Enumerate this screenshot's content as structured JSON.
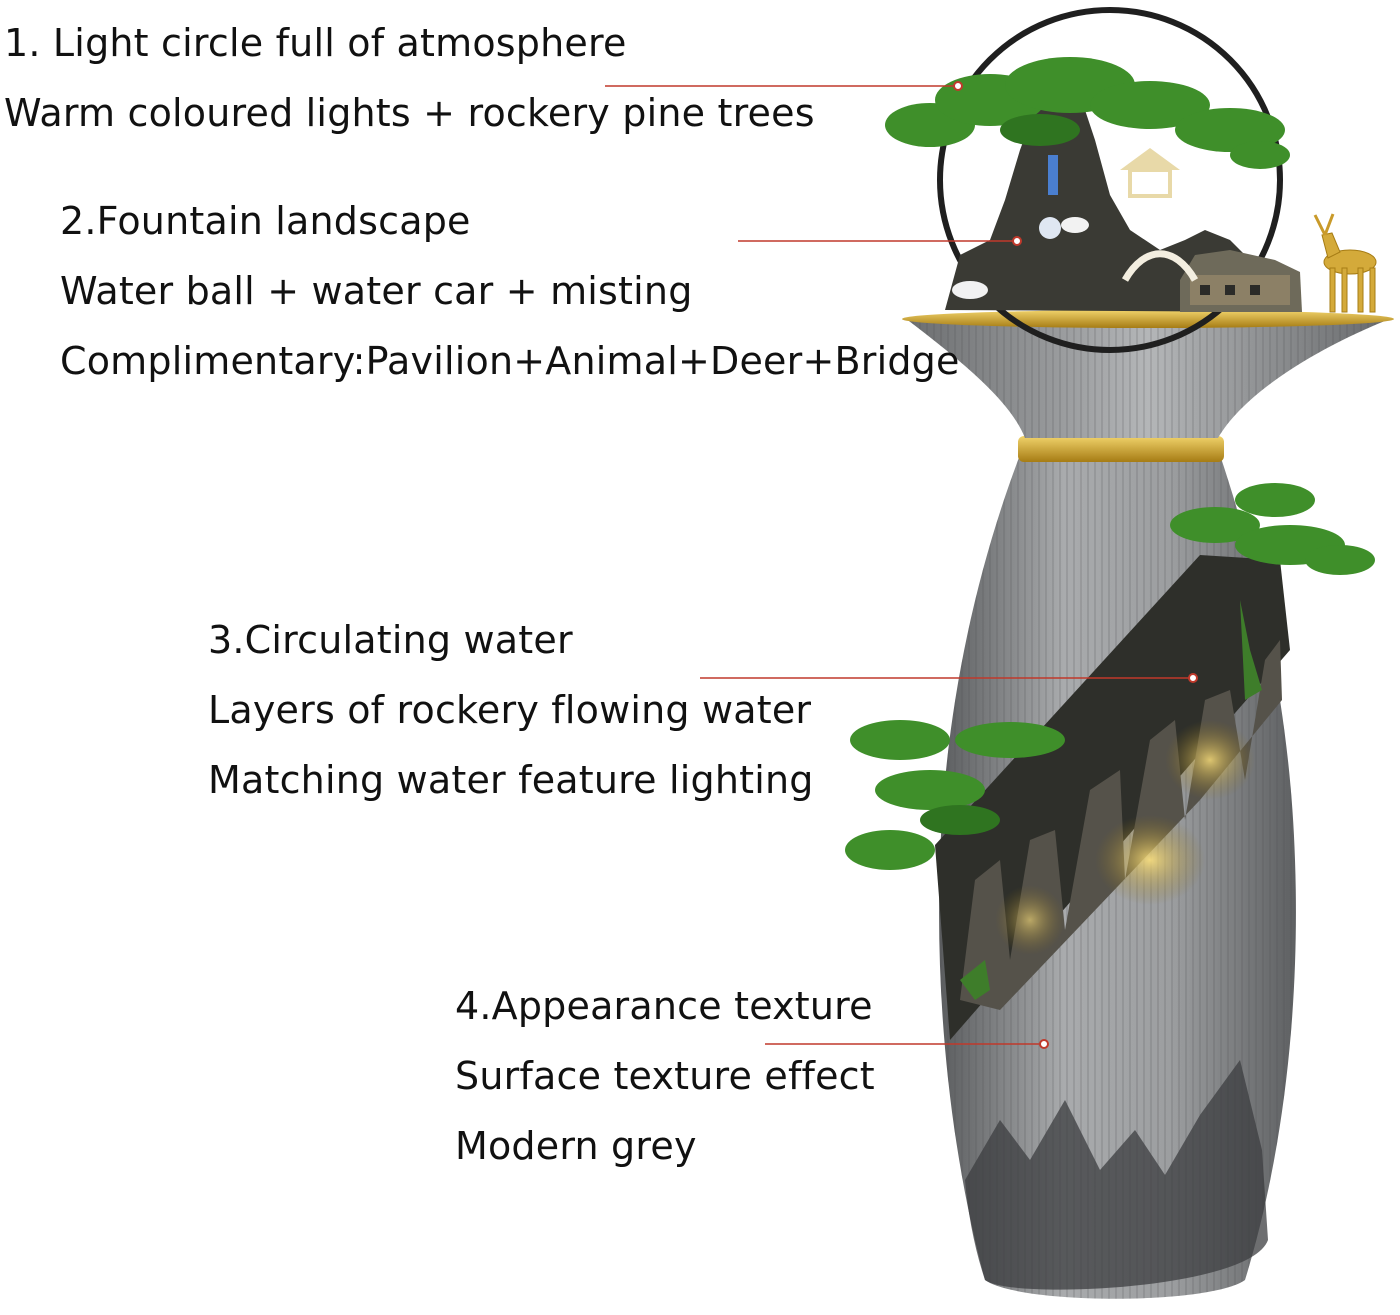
{
  "callouts": [
    {
      "lines": [
        "1. Light circle full of atmosphere",
        "Warm coloured lights + rockery pine trees"
      ]
    },
    {
      "lines": [
        "2.Fountain landscape",
        "Water ball + water car + misting",
        "Complimentary:Pavilion+Animal+Deer+Bridge"
      ]
    },
    {
      "lines": [
        "3.Circulating water",
        "Layers of rockery flowing water",
        "Matching water feature lighting"
      ]
    },
    {
      "lines": [
        "4.Appearance texture",
        "Surface texture effect",
        "Modern grey"
      ]
    }
  ],
  "colors": {
    "leader_line": "#c0392b",
    "vase_grey": "#8a8c8e",
    "gold_trim": "#c9a227",
    "pine_green": "#3f8f2a",
    "rock_dark": "#3a3a34"
  }
}
